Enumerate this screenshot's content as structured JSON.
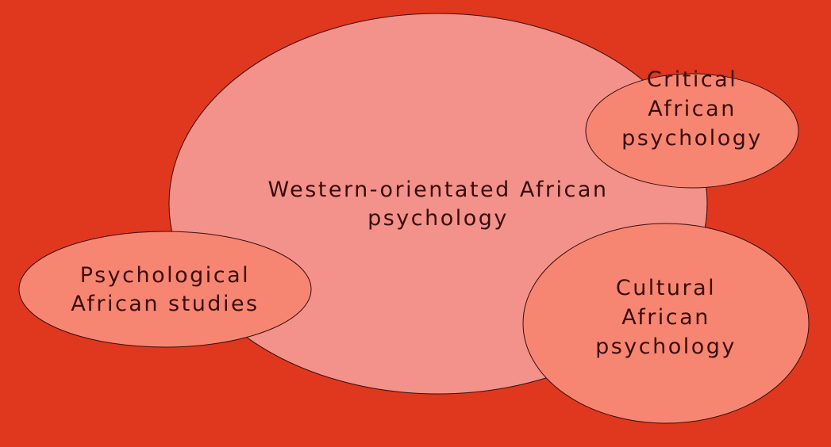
{
  "colors": {
    "background": "#df381e",
    "main_ellipse": "#f2928a",
    "satellite_ellipse": "#f68672",
    "text": "#3a0c0c"
  },
  "nodes": {
    "main": {
      "lines": [
        "Western-orientated African",
        "psychology"
      ]
    },
    "critical": {
      "lines": [
        "Critical",
        "African",
        "psychology"
      ]
    },
    "psychological": {
      "lines": [
        "Psychological",
        "African studies"
      ]
    },
    "cultural": {
      "lines": [
        "Cultural",
        "African",
        "psychology"
      ]
    }
  }
}
